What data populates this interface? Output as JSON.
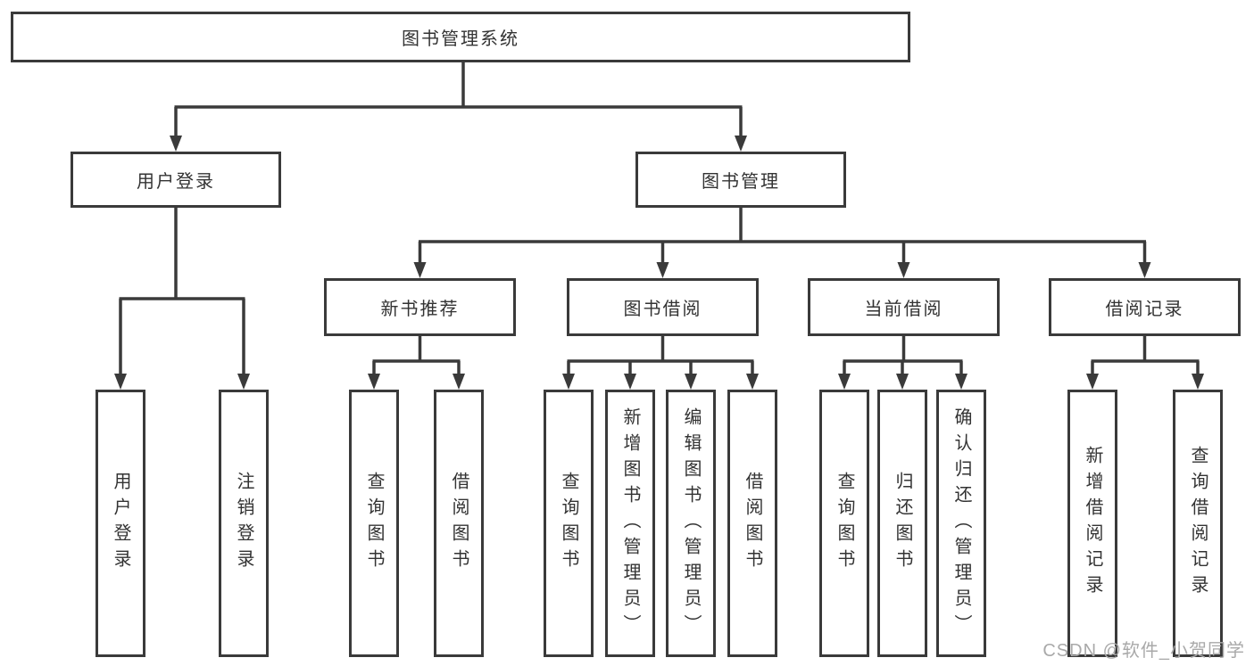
{
  "diagram": {
    "title": "图书管理系统",
    "level2": [
      "用户登录",
      "图书管理"
    ],
    "level3": [
      "新书推荐",
      "图书借阅",
      "当前借阅",
      "借阅记录"
    ],
    "leaves": {
      "user_login": [
        "用户登录",
        "注销登录"
      ],
      "new_book": [
        "查询图书",
        "借阅图书"
      ],
      "book_borrow": [
        "查询图书",
        "新增图书（管理员）",
        "编辑图书（管理员）",
        "借阅图书"
      ],
      "current_borrow": [
        "查询图书",
        "归还图书",
        "确认归还（管理员）"
      ],
      "borrow_records": [
        "新增借阅记录",
        "查询借阅记录"
      ]
    }
  },
  "watermark": "CSDN @软件_小贺同学",
  "colors": {
    "line": "#3a3a3a",
    "box_border": "#3a3a3a",
    "text": "#333333",
    "watermark": "#a9a9a9",
    "background": "#ffffff"
  }
}
